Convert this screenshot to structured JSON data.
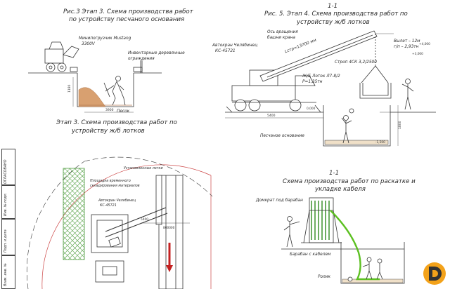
{
  "fig3": {
    "title_line1": "Рис.3 Этап 3. Схема производства работ",
    "title_line2": "по устройству песчаного основания",
    "loader_label": "Минипогрузчик Mustang",
    "loader_model": "3300V",
    "fence_label_1": "Инвентарные деревянные",
    "fence_label_2": "ограждения",
    "sand_label": "Песок",
    "dim_1": "1180",
    "dim_2": "3900"
  },
  "fig5": {
    "section_mark": "1-1",
    "title_line1": "Рис. 5. Этап 4. Схема производства работ по",
    "title_line2": "устройству ж/б лотков",
    "crane_label_1": "Автокран Челябинец",
    "crane_label_2": "КС-45721",
    "axis_label_1": "Ось вращения",
    "axis_label_2": "башни крана",
    "boom_length": "Lстр=13700 мм",
    "reach_label": "Вылет – 12м",
    "capacity_label": "г/п – 2,93тн",
    "sling_label": "Строп 4СК 3,2/2500",
    "tray_label": "Ж/Б Лоток Л7-8/2",
    "tray_weight": "P=1,35тн",
    "sand_base_label": "Песчаное основание",
    "level_1": "+4,000",
    "level_2": "+3,000",
    "level_3": "0,000",
    "level_4": "-1,500",
    "dim_1": "5400",
    "dim_2": "1800"
  },
  "stage3": {
    "title_line1": "Этап 3. Схема производства работ по",
    "title_line2": "устройству ж/б лотков",
    "trays_label": "Установленные лотки",
    "storage_label_1": "Площадка временного",
    "storage_label_2": "складирования материалов",
    "crane_label_1": "Автокран Челябинец",
    "crane_label_2": "КС-45721",
    "dim_1": "800000",
    "dim_2": "5400"
  },
  "cable": {
    "section_mark": "1-1",
    "title_line1": "Схема производства работ по раскатке и",
    "title_line2": "укладке кабеля",
    "jack_label": "Домкрат под барабан",
    "drum_label": "Барабан с кабелем",
    "roller_label": "Ролик"
  },
  "stamp": {
    "col1": "Взам. инв. №",
    "col2": "Подп. и дата",
    "col3": "Инв. № подл.",
    "col4": "ОГЛАСОВАНО"
  },
  "colors": {
    "ink": "#222222",
    "hatch_green": "#4a9a3a",
    "cable_green": "#5cc021",
    "sand": "#d8a070",
    "arrow_red": "#c42020",
    "logo_orange": "#f3a21a",
    "logo_dark": "#333333"
  }
}
